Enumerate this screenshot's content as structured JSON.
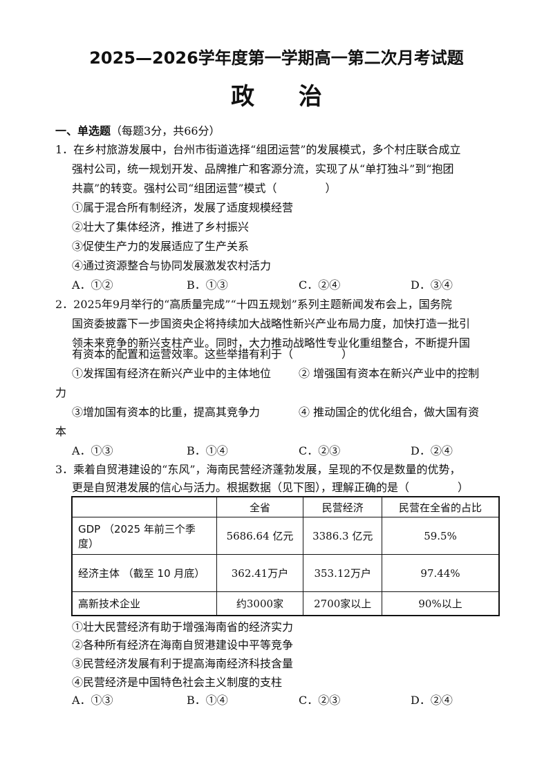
{
  "header": {
    "title": "2025—2026学年度第一学期高一第二次月考试题",
    "subject": "政 治"
  },
  "section1": {
    "heading": "一、单选题",
    "note": "（每题3分，共66分）"
  },
  "q1": {
    "line1": "1．在乡村旅游发展中，台州市街道选择“组团运营”的发展模式，多个村庄联合成立",
    "line2": "强村公司，统一规划开发、品牌推广和客源分流，实现了从“单打独斗”到“抱团",
    "line3": "共赢”的转变。强村公司“组团运营”模式（",
    "line3_end": "）",
    "s1": "①属于混合所有制经济，发展了适度规模经营",
    "s2": "②壮大了集体经济，推进了乡村振兴",
    "s3": "③促使生产力的发展适应了生产关系",
    "s4": "④通过资源整合与协同发展激发农村活力",
    "options": [
      "A．①②",
      "B．①③",
      "C．②④",
      "D．③④"
    ]
  },
  "q2": {
    "line1": "2．2025年9月举行的“高质量完成”“十四五规划”系列主题新闻发布会上，国务院",
    "line2": "国资委披露下一步国资央企将持续加大战略性新兴产业布局力度，加快打造一批引",
    "line3": "领未来竞争的新兴支柱产业。同时，大力推动战略性专业化重组整合，不断提升国",
    "line4": "有资本的配置和运营效率。这些举措有利于（",
    "line4_end": "）",
    "s1a": "①发挥国有经济在新兴产业中的主体地位",
    "s1b": "② 增强国有资本在新兴产业中的控制",
    "s1c": "力",
    "s2a": "③增加国有资本的比重，提高其竞争力",
    "s2b": "④ 推动国企的优化组合，做大国有资",
    "s2c": "本",
    "options": [
      "A．①③",
      "B．①④",
      "C．②③",
      "D．②④"
    ]
  },
  "q3": {
    "line1": "3．乘着自贸港建设的“东风”，海南民营经济蓬勃发展，呈现的不仅是数量的优势，",
    "line2": "更是自贸港发展的信心与活力。根据数据（见下图），理解正确的是（",
    "line2_end": "）",
    "table": {
      "headers": [
        "",
        "全省",
        "民营经济",
        "民营在全省的占比"
      ],
      "rows": [
        [
          "GDP （2025 年前三个季度）",
          "5686.64 亿元",
          "3386.3 亿元",
          "59.5%"
        ],
        [
          "经济主体 （截至 10 月底）",
          "362.41万户",
          "353.12万户",
          "97.44%"
        ],
        [
          "高新技术企业",
          "约3000家",
          "2700家以上",
          "90%以上"
        ]
      ]
    },
    "s1": "①壮大民营经济有助于增强海南省的经济实力",
    "s2": "②各种所有经济在海南自贸港建设中平等竞争",
    "s3": "③民营经济发展有利于提高海南经济科技含量",
    "s4": "④民营经济是中国特色社会主义制度的支柱",
    "options": [
      "A．①③",
      "B．①④",
      "C．②③",
      "D．②④"
    ]
  }
}
